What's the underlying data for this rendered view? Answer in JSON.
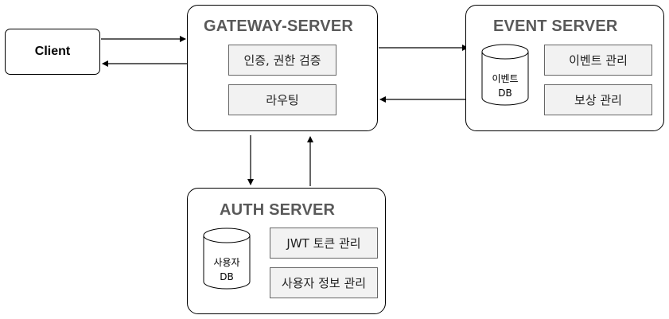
{
  "client": {
    "label": "Client"
  },
  "gateway": {
    "title": "GATEWAY-SERVER",
    "items": [
      "인증, 권한 검증",
      "라우팅"
    ]
  },
  "event": {
    "title": "EVENT SERVER",
    "db": [
      "이벤트",
      "DB"
    ],
    "items": [
      "이벤트 관리",
      "보상 관리"
    ]
  },
  "auth": {
    "title": "AUTH SERVER",
    "db": [
      "사용자",
      "DB"
    ],
    "items": [
      "JWT 토큰 관리",
      "사용자 정보 관리"
    ]
  }
}
